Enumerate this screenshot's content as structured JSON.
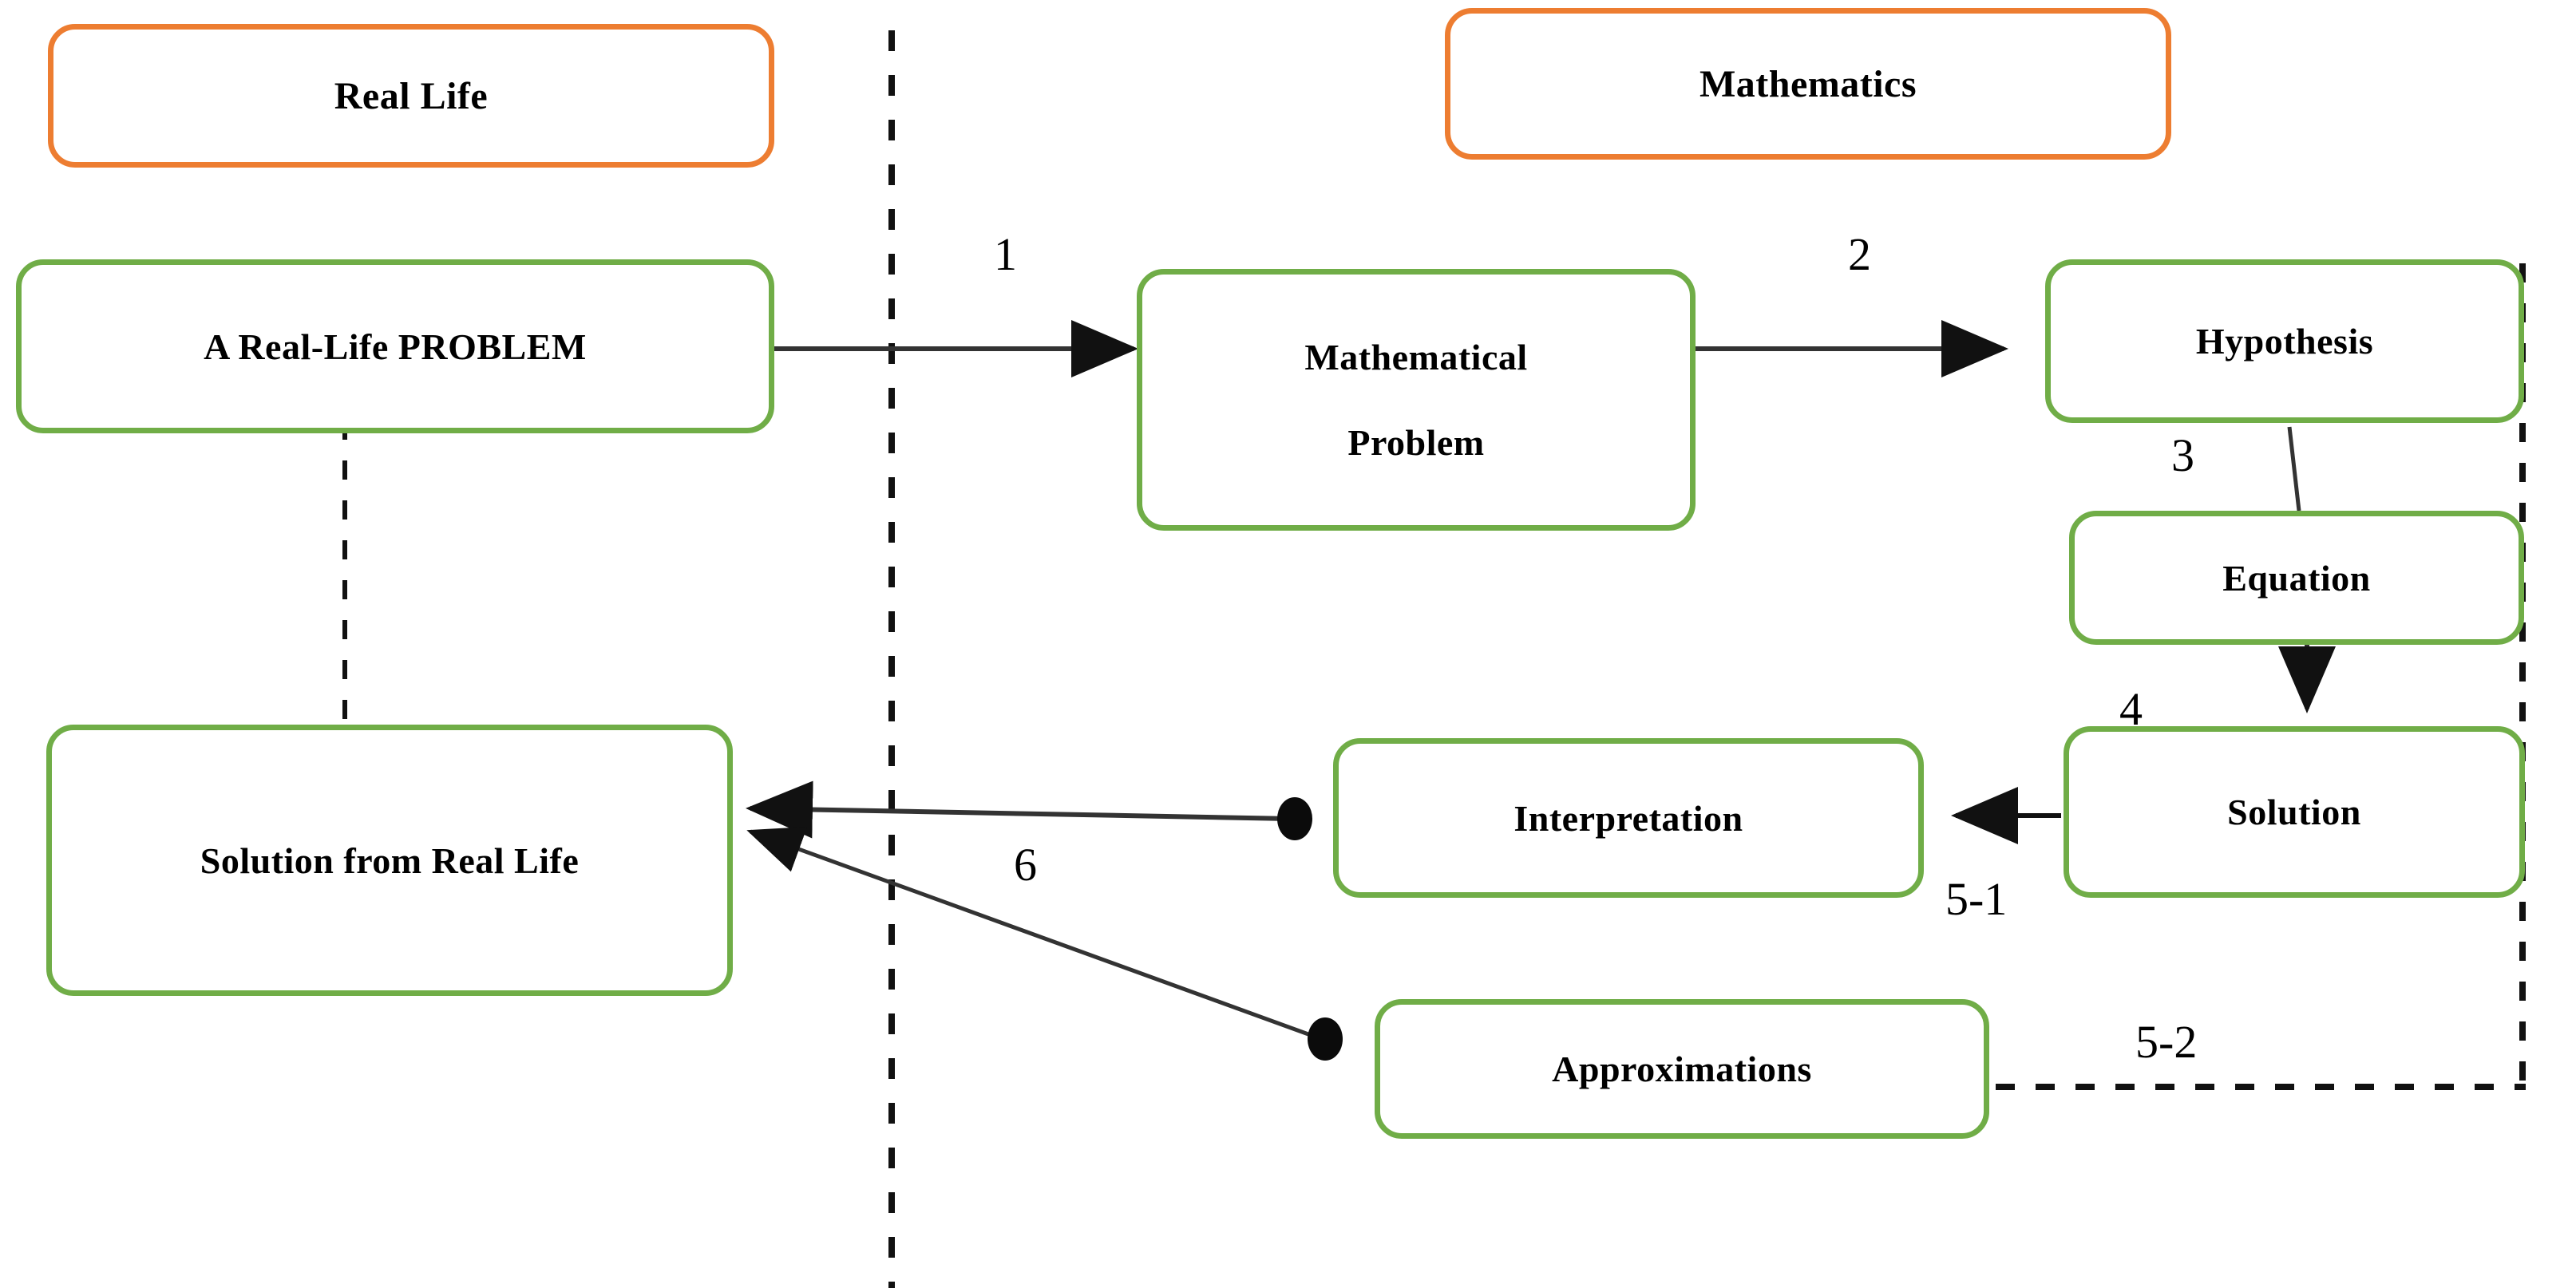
{
  "diagram": {
    "title_hidden": "",
    "colors": {
      "orange": "#ED7D31",
      "green": "#70AD47",
      "line": "#1a1a1a",
      "text": "#000000",
      "background": "#ffffff"
    },
    "domains": [
      {
        "id": "real-life",
        "label": "Real Life"
      },
      {
        "id": "mathematics",
        "label": "Mathematics"
      }
    ],
    "nodes": [
      {
        "id": "real-life-problem",
        "label": "A Real-Life PROBLEM"
      },
      {
        "id": "mathematical-problem",
        "label_line1": "Mathematical",
        "label_line2": "Problem"
      },
      {
        "id": "hypothesis",
        "label": "Hypothesis"
      },
      {
        "id": "equation",
        "label": "Equation"
      },
      {
        "id": "solution",
        "label": "Solution"
      },
      {
        "id": "interpretation",
        "label": "Interpretation"
      },
      {
        "id": "approximations",
        "label": "Approximations"
      },
      {
        "id": "solution-from-real-life",
        "label": "Solution  from Real Life"
      }
    ],
    "edges": [
      {
        "id": "edge-1",
        "label": "1",
        "from": "real-life-problem",
        "to": "mathematical-problem",
        "style": "solid-arrow"
      },
      {
        "id": "edge-2",
        "label": "2",
        "from": "mathematical-problem",
        "to": "hypothesis",
        "style": "solid-arrow"
      },
      {
        "id": "edge-3",
        "label": "3",
        "from": "hypothesis",
        "to": "equation",
        "style": "solid-plain"
      },
      {
        "id": "edge-4",
        "label": "4",
        "from": "equation",
        "to": "solution",
        "style": "solid-arrow"
      },
      {
        "id": "edge-5-1",
        "label": "5-1",
        "from": "solution",
        "to": "interpretation",
        "style": "solid-arrow"
      },
      {
        "id": "edge-5-2",
        "label": "5-2",
        "from": "approximations",
        "to": "mathematics-boundary",
        "style": "dashed"
      },
      {
        "id": "edge-6",
        "label": "6",
        "from": "interpretation",
        "to": "solution-from-real-life",
        "style": "dot-to-arrow"
      },
      {
        "id": "edge-6b",
        "label": "",
        "from": "approximations",
        "to": "solution-from-real-life",
        "style": "dot-to-arrow"
      }
    ],
    "dividers": [
      {
        "id": "vertical-divider-center",
        "style": "dashed"
      },
      {
        "id": "vertical-divider-right",
        "style": "dashed"
      },
      {
        "id": "vertical-divider-real-life",
        "style": "dashed"
      }
    ]
  }
}
